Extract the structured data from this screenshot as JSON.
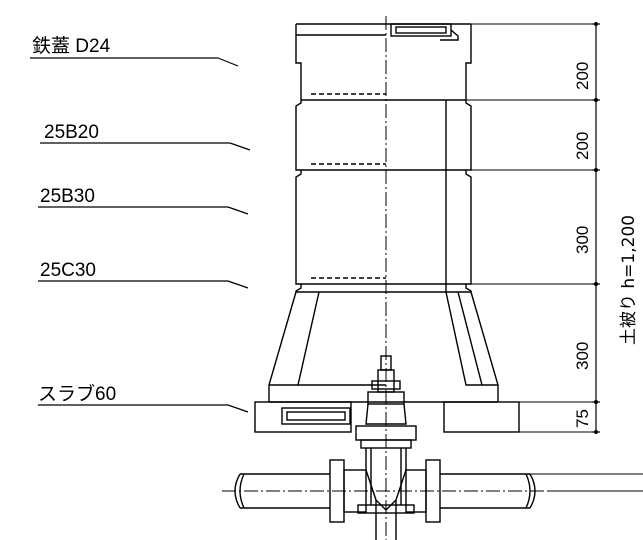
{
  "labels": {
    "lid": "鉄蓋 D24",
    "ring1": "25B20",
    "ring2": "25B30",
    "base": "25C30",
    "slab": "スラブ60"
  },
  "dimensions": {
    "d1": "200",
    "d2": "200",
    "d3": "300",
    "d4": "300",
    "d5": "75",
    "total": "土被り h=1,200"
  }
}
